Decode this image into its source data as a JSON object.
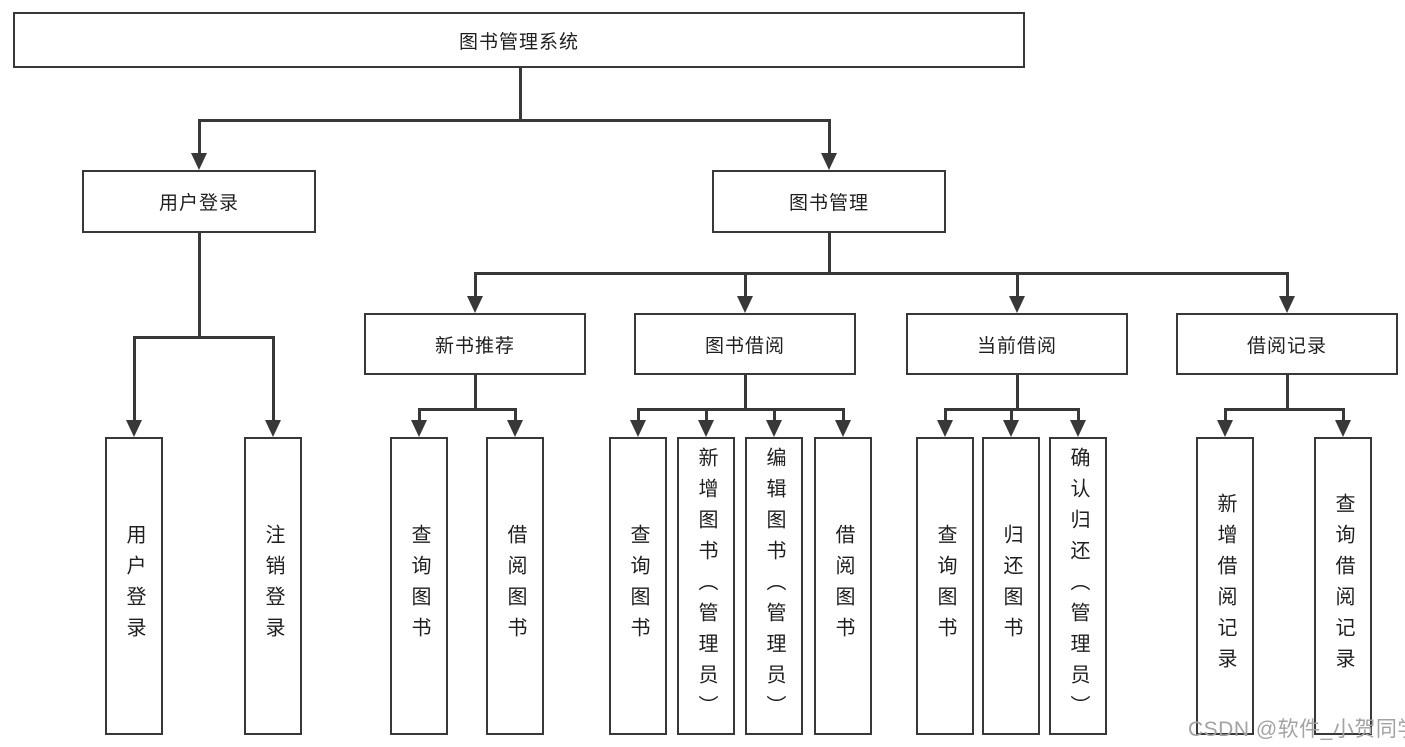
{
  "diagram": {
    "title_node": {
      "label": "图书管理系统"
    },
    "level2": [
      {
        "label": "用户登录"
      },
      {
        "label": "图书管理"
      }
    ],
    "level3": [
      {
        "label": "新书推荐"
      },
      {
        "label": "图书借阅"
      },
      {
        "label": "当前借阅"
      },
      {
        "label": "借阅记录"
      }
    ],
    "leaves": [
      {
        "label": "用户登录",
        "parent": "用户登录"
      },
      {
        "label": "注销登录",
        "parent": "用户登录"
      },
      {
        "label": "查询图书",
        "parent": "新书推荐"
      },
      {
        "label": "借阅图书",
        "parent": "新书推荐"
      },
      {
        "label": "查询图书",
        "parent": "图书借阅"
      },
      {
        "label": "新增图书（管理员）",
        "parent": "图书借阅"
      },
      {
        "label": "编辑图书（管理员）",
        "parent": "图书借阅"
      },
      {
        "label": "借阅图书",
        "parent": "图书借阅"
      },
      {
        "label": "查询图书",
        "parent": "当前借阅"
      },
      {
        "label": "归还图书",
        "parent": "当前借阅"
      },
      {
        "label": "确认归还（管理员）",
        "parent": "当前借阅"
      },
      {
        "label": "新增借阅记录",
        "parent": "借阅记录"
      },
      {
        "label": "查询借阅记录",
        "parent": "借阅记录"
      }
    ],
    "watermark": "CSDN @软件_小贺同学",
    "colors": {
      "line": "#383838",
      "text": "#1f1f1f",
      "background": "#ffffff",
      "watermark": "#a3a3a3"
    }
  }
}
